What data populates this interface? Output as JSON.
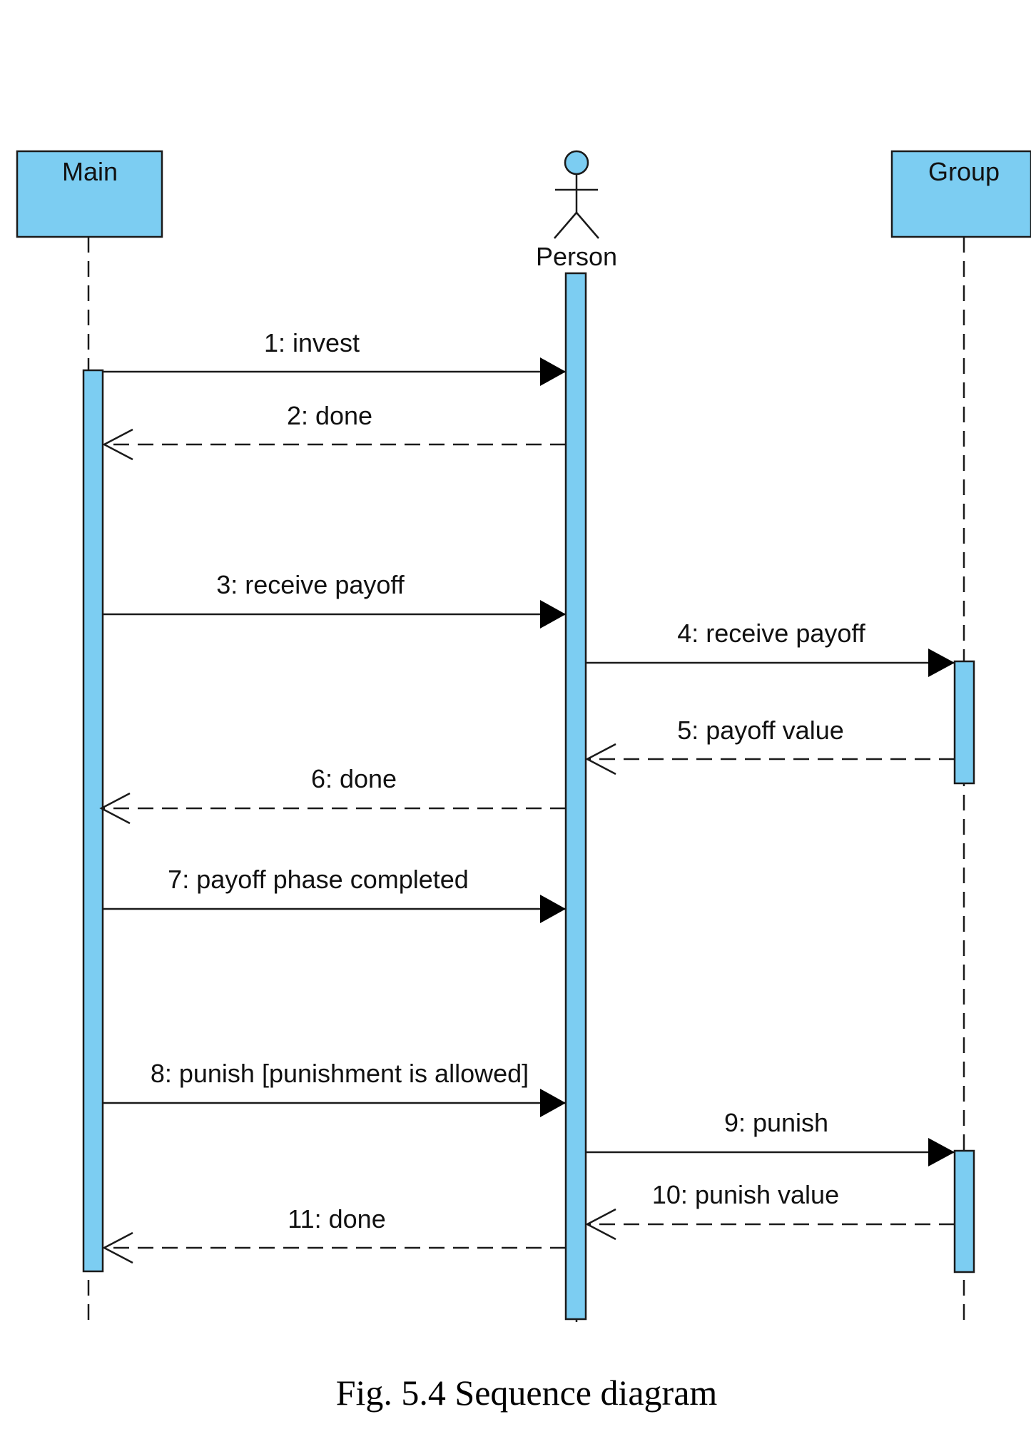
{
  "colors": {
    "fill": "#7ccdf2",
    "stroke": "#1a1a1a",
    "background": "#ffffff"
  },
  "participants": {
    "main": "Main",
    "person": "Person",
    "group": "Group"
  },
  "messages": [
    {
      "text": "1: invest",
      "from": "Main",
      "to": "Person",
      "kind": "call"
    },
    {
      "text": "2: done",
      "from": "Person",
      "to": "Main",
      "kind": "return"
    },
    {
      "text": "3: receive payoff",
      "from": "Main",
      "to": "Person",
      "kind": "call"
    },
    {
      "text": "4: receive payoff",
      "from": "Person",
      "to": "Group",
      "kind": "call"
    },
    {
      "text": "5: payoff value",
      "from": "Group",
      "to": "Person",
      "kind": "return"
    },
    {
      "text": "6: done",
      "from": "Person",
      "to": "Main",
      "kind": "return"
    },
    {
      "text": "7: payoff phase completed",
      "from": "Main",
      "to": "Person",
      "kind": "call"
    },
    {
      "text": "8: punish [punishment is allowed]",
      "from": "Main",
      "to": "Person",
      "kind": "call"
    },
    {
      "text": "9: punish",
      "from": "Person",
      "to": "Group",
      "kind": "call"
    },
    {
      "text": "10: punish value",
      "from": "Group",
      "to": "Person",
      "kind": "return"
    },
    {
      "text": "11: done",
      "from": "Person",
      "to": "Main",
      "kind": "return"
    }
  ],
  "caption": "Fig. 5.4 Sequence diagram"
}
